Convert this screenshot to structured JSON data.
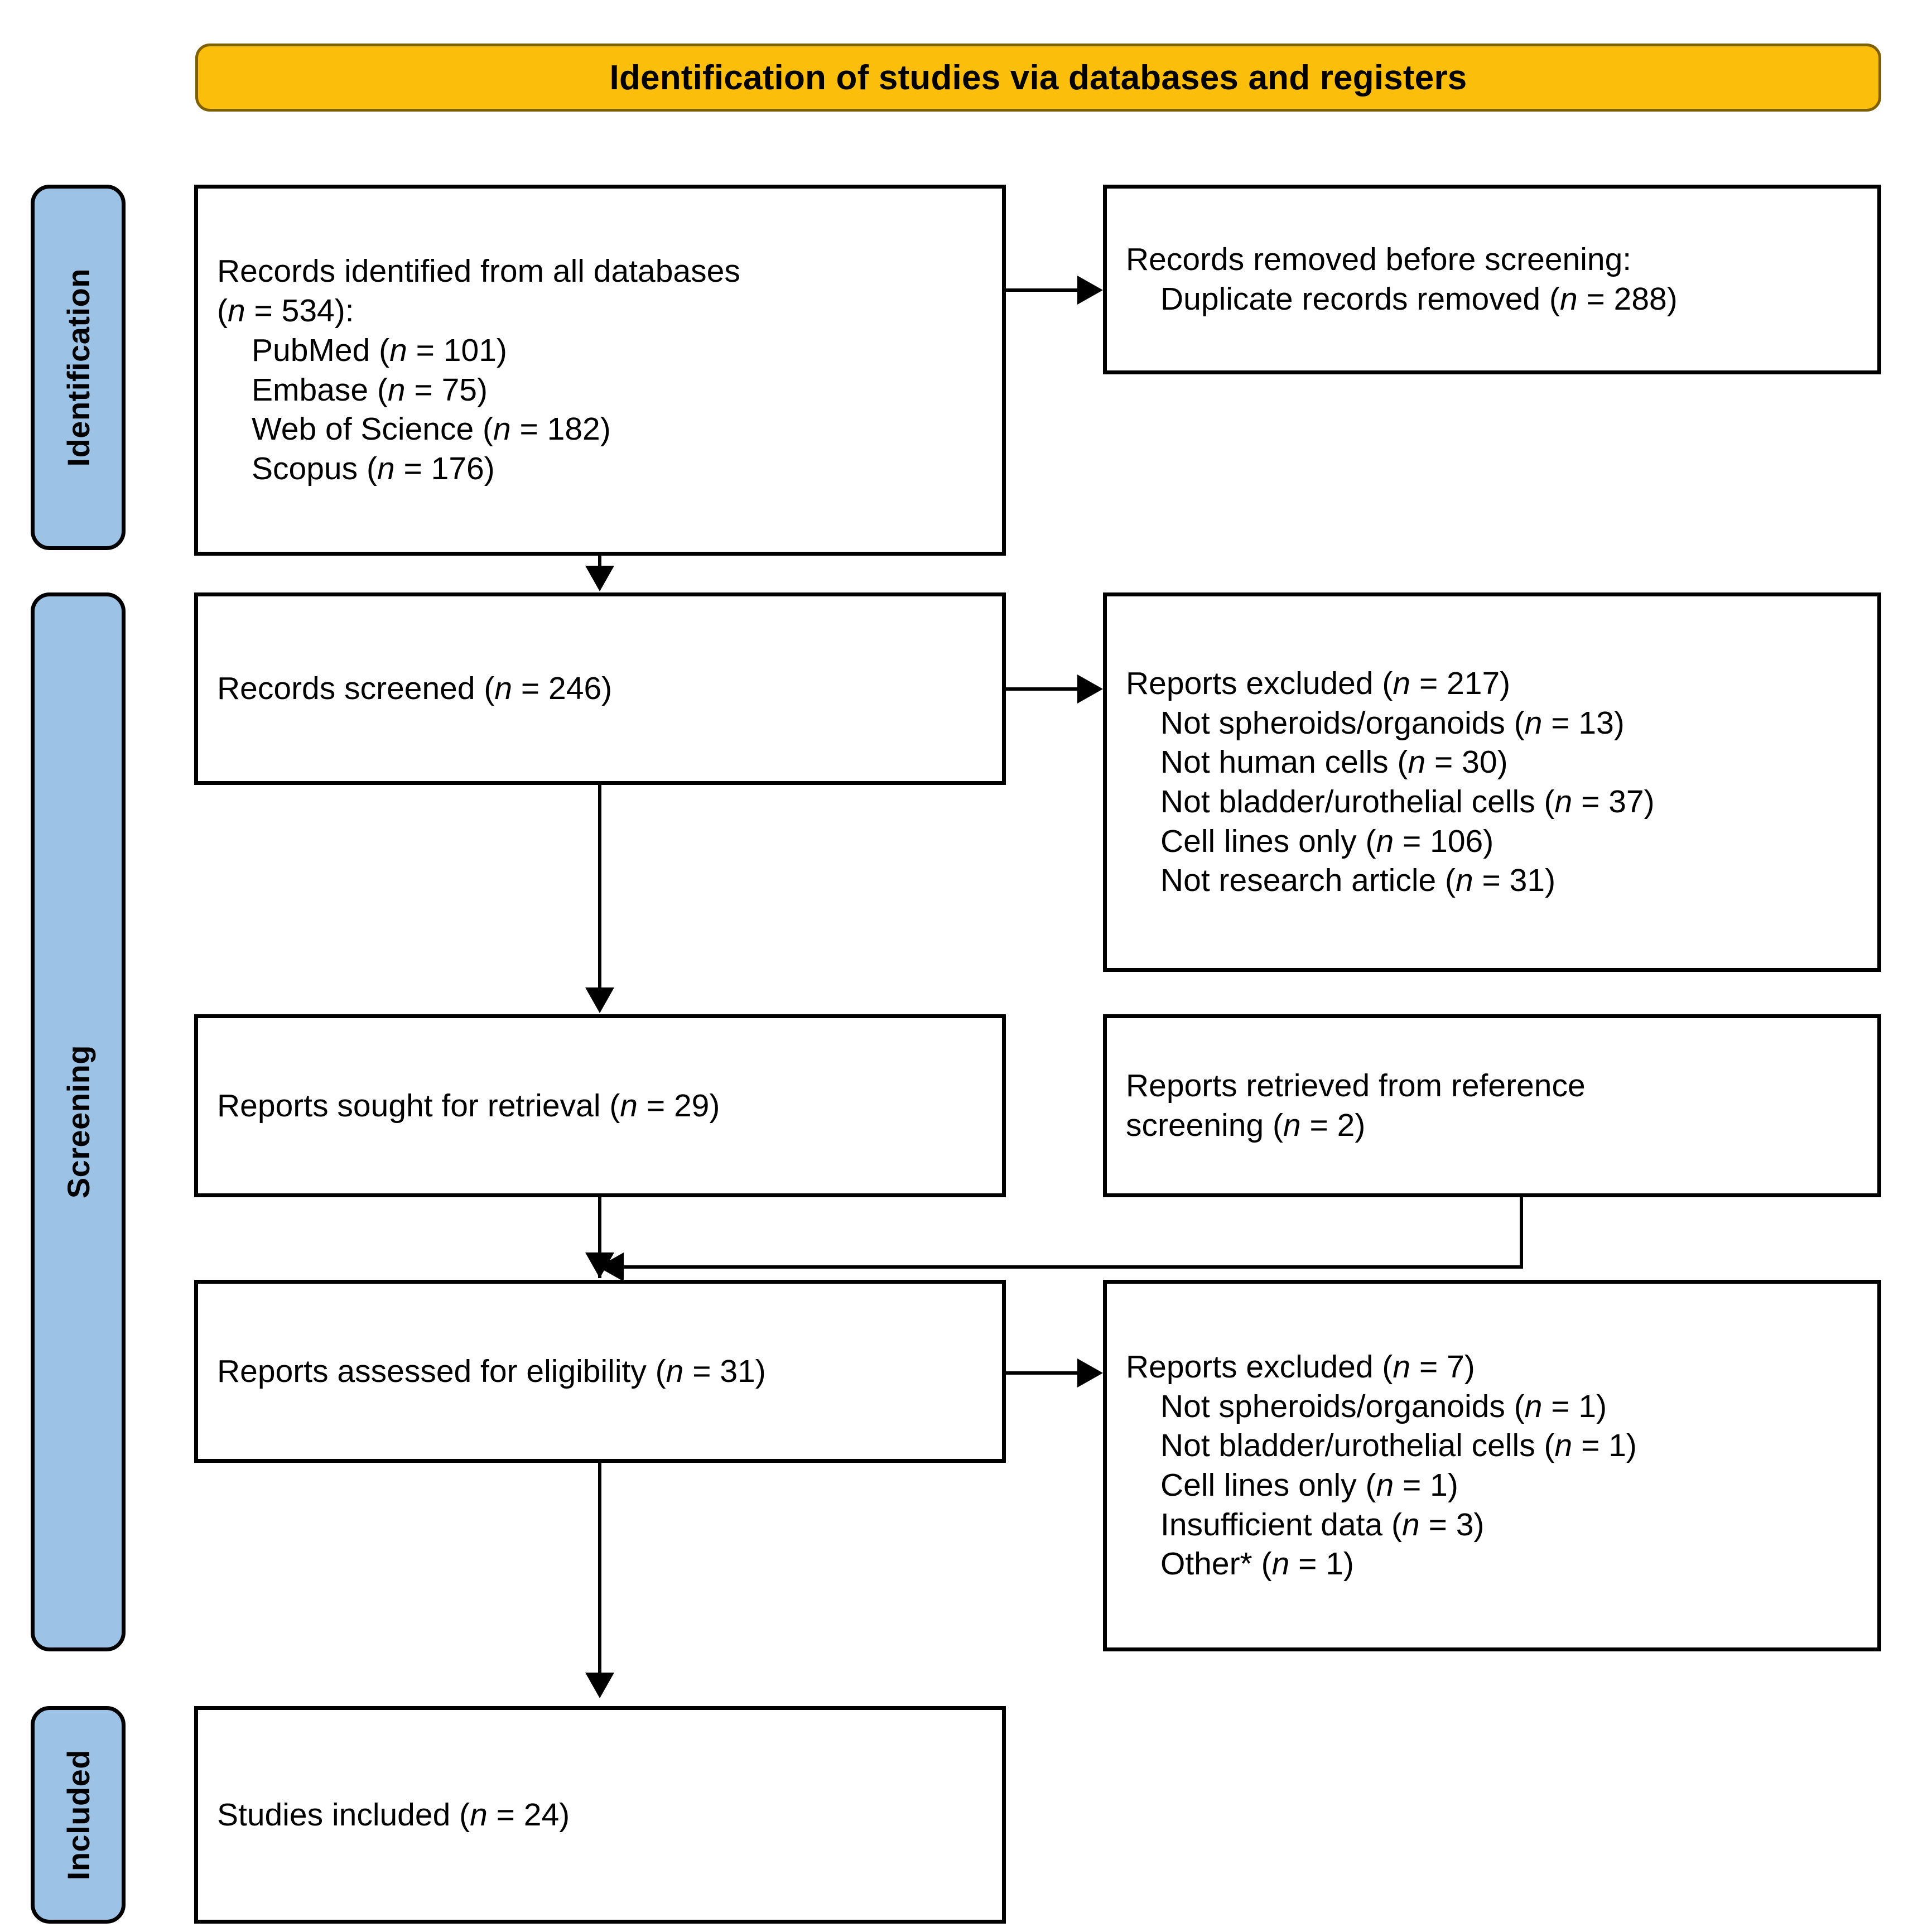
{
  "banner": {
    "title": "Identification of studies via databases and registers",
    "fill": "#FBBE0A",
    "border": "#7E6000"
  },
  "stage_labels": [
    {
      "name": "identification",
      "text": "Identification",
      "fill": "#9CC3E6"
    },
    {
      "name": "screening",
      "text": "Screening",
      "fill": "#9CC3E6"
    },
    {
      "name": "included",
      "text": "Included",
      "fill": "#9CC3E6"
    }
  ],
  "boxes": {
    "records_identified": {
      "lines": [
        {
          "text": "Records identified from all databases",
          "indent": false
        },
        {
          "text": "(n = 534):",
          "indent": false
        },
        {
          "text": "PubMed (n = 101)",
          "indent": true
        },
        {
          "text": "Embase (n = 75)",
          "indent": true
        },
        {
          "text": "Web of Science (n = 182)",
          "indent": true
        },
        {
          "text": "Scopus (n = 176)",
          "indent": true
        }
      ]
    },
    "records_removed": {
      "lines": [
        {
          "text": "Records removed before screening:",
          "indent": false
        },
        {
          "text": "Duplicate records removed (n = 288)",
          "indent": true
        }
      ]
    },
    "records_screened": {
      "lines": [
        {
          "text": "Records screened (n = 246)",
          "indent": false
        }
      ]
    },
    "reports_excluded_screening": {
      "lines": [
        {
          "text": "Reports excluded (n = 217)",
          "indent": false
        },
        {
          "text": "Not spheroids/organoids (n = 13)",
          "indent": true
        },
        {
          "text": "Not human cells (n = 30)",
          "indent": true
        },
        {
          "text": "Not bladder/urothelial cells (n = 37)",
          "indent": true
        },
        {
          "text": "Cell lines only (n = 106)",
          "indent": true
        },
        {
          "text": "Not research article (n = 31)",
          "indent": true
        }
      ]
    },
    "reports_sought": {
      "lines": [
        {
          "text": "Reports sought for retrieval (n = 29)",
          "indent": false
        }
      ]
    },
    "reports_retrieved_reference": {
      "lines": [
        {
          "text": "Reports retrieved from reference",
          "indent": false
        },
        {
          "text": "screening (n = 2)",
          "indent": false
        }
      ]
    },
    "reports_assessed": {
      "lines": [
        {
          "text": "Reports assessed for eligibility (n = 31)",
          "indent": false
        }
      ]
    },
    "reports_excluded_eligibility": {
      "lines": [
        {
          "text": "Reports excluded (n = 7)",
          "indent": false
        },
        {
          "text": "Not spheroids/organoids (n = 1)",
          "indent": true
        },
        {
          "text": "Not bladder/urothelial cells (n = 1)",
          "indent": true
        },
        {
          "text": "Cell lines only (n = 1)",
          "indent": true
        },
        {
          "text": "Insufficient data (n = 3)",
          "indent": true
        },
        {
          "text": "Other* (n = 1)",
          "indent": true
        }
      ]
    },
    "studies_included": {
      "lines": [
        {
          "text": "Studies included (n = 24)",
          "indent": false
        }
      ]
    }
  },
  "chart_data": {
    "type": "flowchart",
    "title": "Identification of studies via databases and registers",
    "nodes": [
      {
        "id": "records_identified",
        "stage": "Identification",
        "label": "Records identified from all databases",
        "n": 534,
        "breakdown": [
          {
            "source": "PubMed",
            "n": 101
          },
          {
            "source": "Embase",
            "n": 75
          },
          {
            "source": "Web of Science",
            "n": 182
          },
          {
            "source": "Scopus",
            "n": 176
          }
        ]
      },
      {
        "id": "records_removed",
        "stage": "Identification",
        "label": "Records removed before screening",
        "breakdown": [
          {
            "reason": "Duplicate records removed",
            "n": 288
          }
        ]
      },
      {
        "id": "records_screened",
        "stage": "Screening",
        "label": "Records screened",
        "n": 246
      },
      {
        "id": "reports_excluded_screening",
        "stage": "Screening",
        "label": "Reports excluded",
        "n": 217,
        "breakdown": [
          {
            "reason": "Not spheroids/organoids",
            "n": 13
          },
          {
            "reason": "Not human cells",
            "n": 30
          },
          {
            "reason": "Not bladder/urothelial cells",
            "n": 37
          },
          {
            "reason": "Cell lines only",
            "n": 106
          },
          {
            "reason": "Not research article",
            "n": 31
          }
        ]
      },
      {
        "id": "reports_sought",
        "stage": "Screening",
        "label": "Reports sought for retrieval",
        "n": 29
      },
      {
        "id": "reports_retrieved_reference",
        "stage": "Screening",
        "label": "Reports retrieved from reference screening",
        "n": 2
      },
      {
        "id": "reports_assessed",
        "stage": "Screening",
        "label": "Reports assessed for eligibility",
        "n": 31
      },
      {
        "id": "reports_excluded_eligibility",
        "stage": "Screening",
        "label": "Reports excluded",
        "n": 7,
        "breakdown": [
          {
            "reason": "Not spheroids/organoids",
            "n": 1
          },
          {
            "reason": "Not bladder/urothelial cells",
            "n": 1
          },
          {
            "reason": "Cell lines only",
            "n": 1
          },
          {
            "reason": "Insufficient data",
            "n": 3
          },
          {
            "reason": "Other*",
            "n": 1
          }
        ]
      },
      {
        "id": "studies_included",
        "stage": "Included",
        "label": "Studies included",
        "n": 24
      }
    ],
    "edges": [
      {
        "from": "records_identified",
        "to": "records_removed",
        "direction": "right"
      },
      {
        "from": "records_identified",
        "to": "records_screened",
        "direction": "down"
      },
      {
        "from": "records_screened",
        "to": "reports_excluded_screening",
        "direction": "right"
      },
      {
        "from": "records_screened",
        "to": "reports_sought",
        "direction": "down"
      },
      {
        "from": "reports_sought",
        "to": "reports_assessed",
        "direction": "down"
      },
      {
        "from": "reports_retrieved_reference",
        "to": "reports_assessed",
        "direction": "merge-left"
      },
      {
        "from": "reports_assessed",
        "to": "reports_excluded_eligibility",
        "direction": "right"
      },
      {
        "from": "reports_assessed",
        "to": "studies_included",
        "direction": "down"
      }
    ]
  }
}
